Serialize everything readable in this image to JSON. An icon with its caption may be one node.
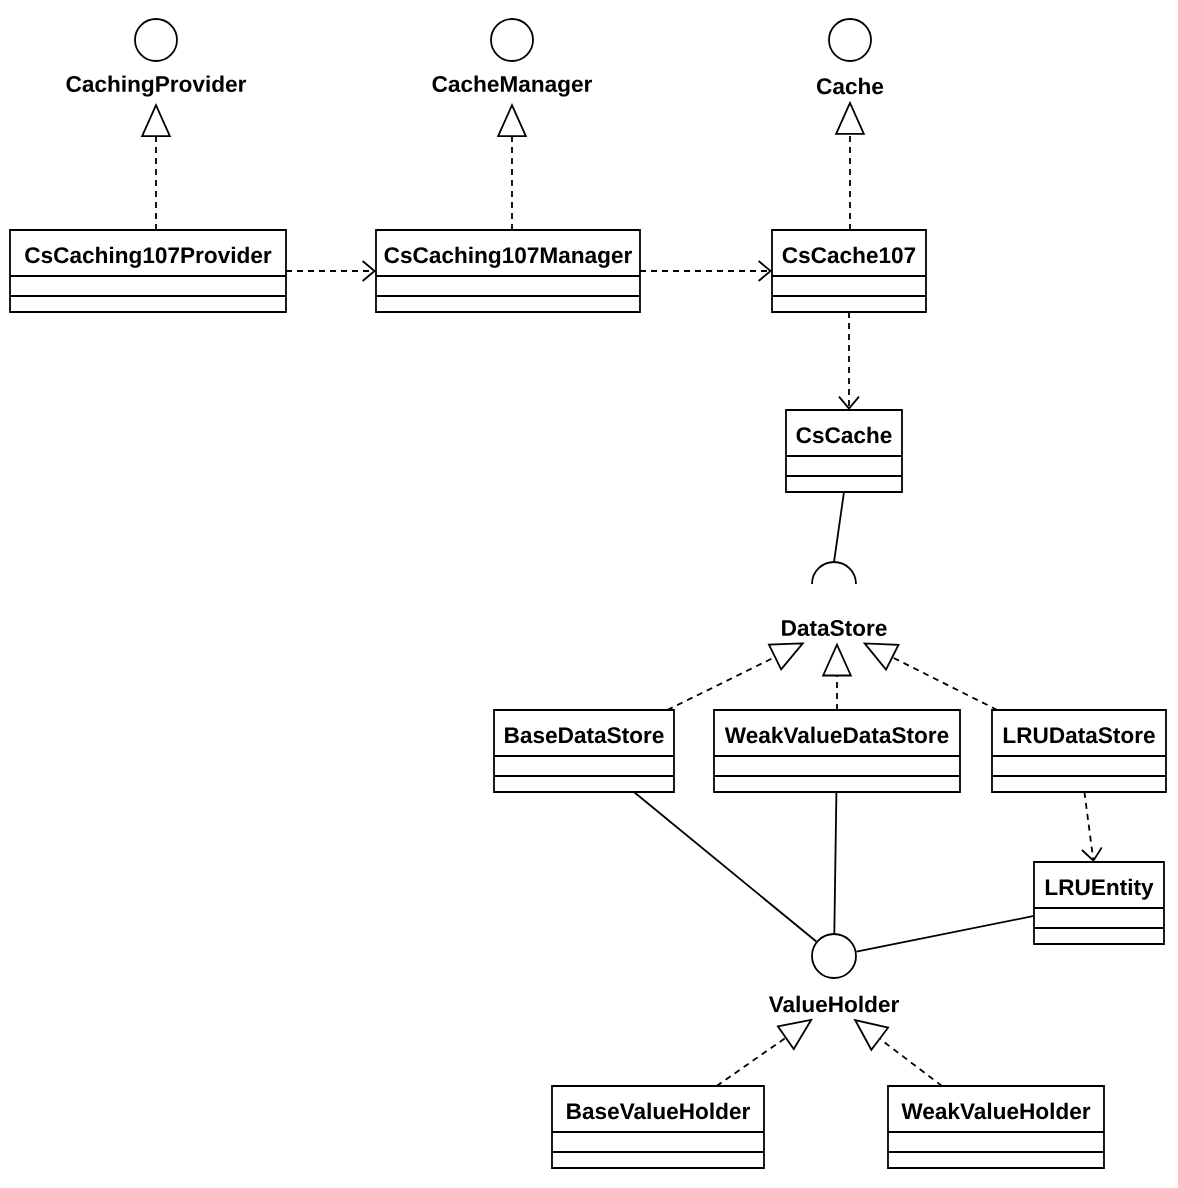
{
  "diagram": {
    "nodes": [
      {
        "text": [
          "CachingProvider"
        ]
      },
      {
        "text": [
          "CacheManager"
        ]
      },
      {
        "text": [
          "Cache"
        ]
      },
      {
        "text": [
          "CsCaching107Provider"
        ]
      },
      {
        "text": [
          "CsCaching107Manager"
        ]
      },
      {
        "text": [
          "CsCache107"
        ]
      },
      {
        "text": [
          "CsCache"
        ]
      },
      {
        "text": [
          "DataStore"
        ]
      },
      {
        "text": [
          "BaseDataStore"
        ]
      },
      {
        "text": [
          "WeakValueDataStore"
        ]
      },
      {
        "text": [
          "LRUDataStore"
        ]
      },
      {
        "text": [
          "LRUEntity"
        ]
      },
      {
        "text": [
          "ValueHolder"
        ]
      },
      {
        "text": [
          "BaseValueHolder"
        ]
      },
      {
        "text": [
          "WeakValueHolder"
        ]
      }
    ],
    "edges": [
      {
        "from": 3,
        "to": 0,
        "arrow": "to",
        "style": "dashed"
      },
      {
        "from": 4,
        "to": 1,
        "arrow": "to",
        "style": "dashed"
      },
      {
        "from": 5,
        "to": 2,
        "arrow": "to",
        "style": "dashed"
      },
      {
        "from": 3,
        "to": 4,
        "arrow": "to",
        "style": "dashed"
      },
      {
        "from": 4,
        "to": 5,
        "arrow": "to",
        "style": "dashed"
      },
      {
        "from": 5,
        "to": 6,
        "arrow": "to",
        "style": "dashed"
      },
      {
        "from": 6,
        "to": 7,
        "arrow": "none"
      },
      {
        "from": 8,
        "to": 7,
        "arrow": "to",
        "style": "dashed"
      },
      {
        "from": 9,
        "to": 7,
        "arrow": "to",
        "style": "dashed"
      },
      {
        "from": 10,
        "to": 7,
        "arrow": "to",
        "style": "dashed"
      },
      {
        "from": 10,
        "to": 11,
        "arrow": "to",
        "style": "dashed"
      },
      {
        "from": 8,
        "to": 12,
        "arrow": "none"
      },
      {
        "from": 9,
        "to": 12,
        "arrow": "none"
      },
      {
        "from": 11,
        "to": 12,
        "arrow": "none"
      },
      {
        "from": 13,
        "to": 12,
        "arrow": "to",
        "style": "dashed"
      },
      {
        "from": 14,
        "to": 12,
        "arrow": "to",
        "style": "dashed"
      }
    ]
  }
}
